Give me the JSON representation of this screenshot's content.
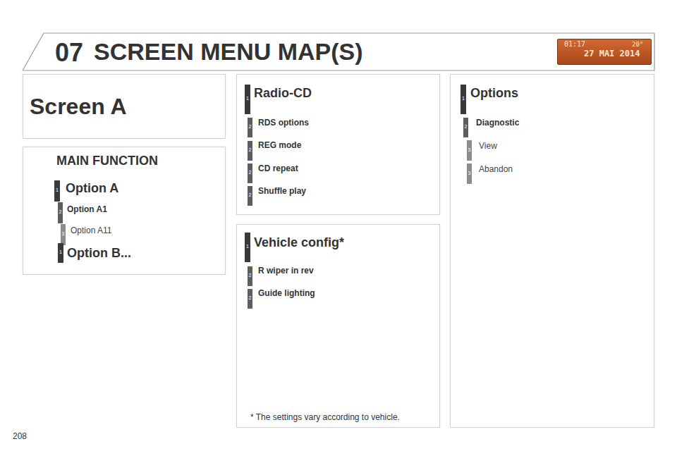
{
  "diagram": {
    "title": "SCREEN MENU MAP(S)",
    "nodes": [
      {
        "text": [
          "Screen A"
        ]
      },
      {
        "text": [
          "MAIN FUNCTION",
          "Option A",
          "Option A1",
          "Option A11",
          "Option B..."
        ]
      },
      {
        "text": [
          "Radio-CD",
          "RDS options",
          "REG mode",
          "CD repeat",
          "Shuffle play"
        ]
      },
      {
        "text": [
          "Vehicle config*",
          "R wiper in rev",
          "Guide lighting",
          "* The settings vary according to vehicle."
        ]
      },
      {
        "text": [
          "Options",
          "Diagnostic",
          "View",
          "Abandon"
        ]
      },
      {
        "text": [
          "01:17",
          "20°",
          "27 MAI 2014"
        ]
      }
    ],
    "labels": [
      "07",
      "208",
      "1",
      "2",
      "3",
      "1",
      "1",
      "2",
      "2",
      "2",
      "2",
      "1",
      "2",
      "2",
      "1",
      "2",
      "3",
      "3"
    ]
  }
}
